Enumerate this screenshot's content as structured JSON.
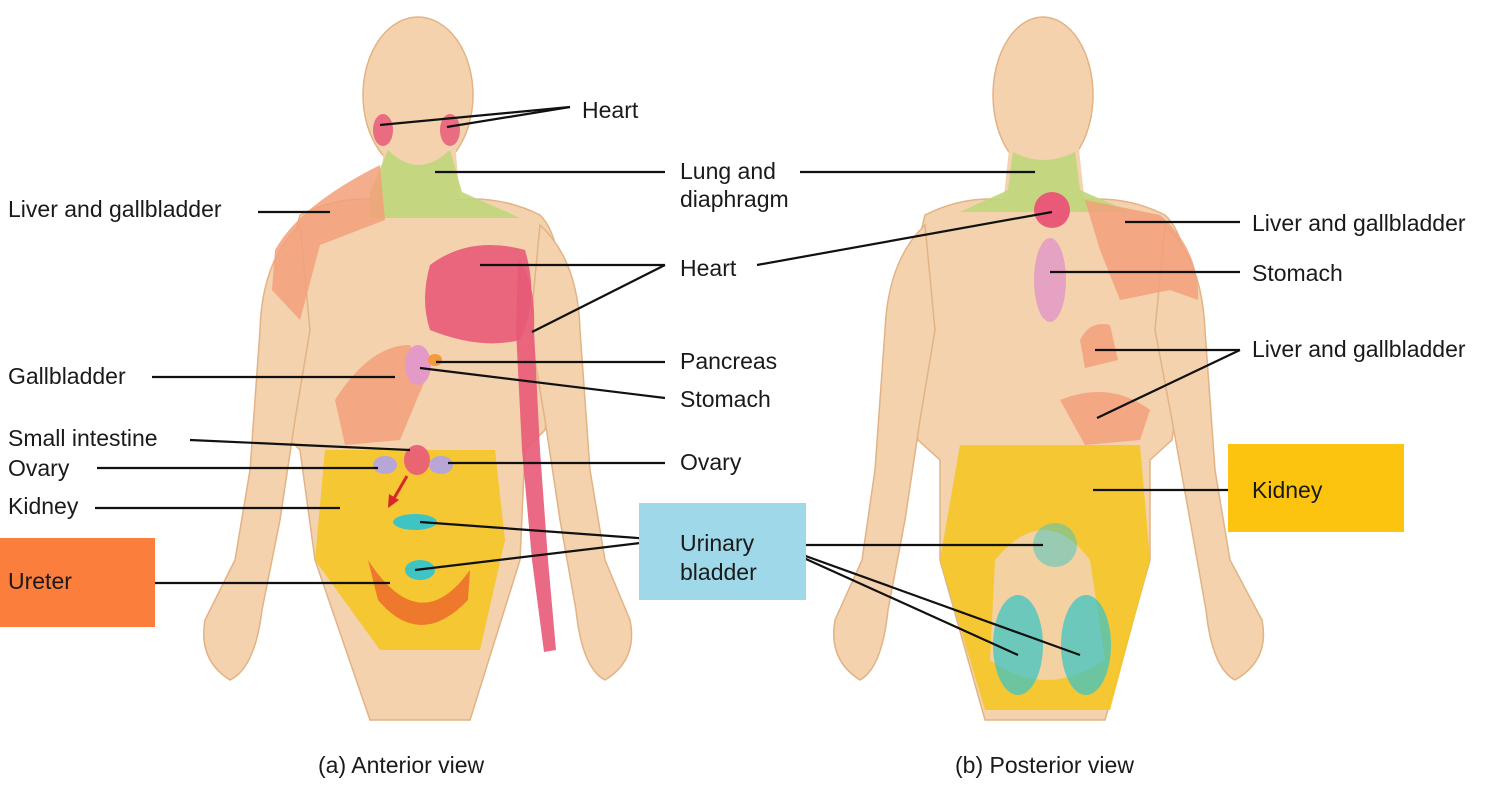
{
  "colors": {
    "skin": "#f3d2ad",
    "skin_shadow": "#e2b385",
    "heart": "#e85a78",
    "liver_gallbladder": "#f2a07a",
    "lung_diaphragm": "#bfd67a",
    "stomach": "#e39ac7",
    "pancreas": "#f59a3a",
    "kidney": "#f5c527",
    "ureter": "#ec6a2c",
    "urinary_bladder": "#3fc4c4",
    "ovary": "#b7a6d6",
    "ureter_box": "#fb7e3d",
    "bladder_box": "#9fd8e8",
    "kidney_box": "#fcc40f"
  },
  "anterior": {
    "caption": "(a) Anterior view",
    "labels": {
      "heart_top": "Heart",
      "lung_l1": "Lung and",
      "lung_l2": "diaphragm",
      "liver": "Liver and gallbladder",
      "heart_mid": "Heart",
      "gallbladder": "Gallbladder",
      "pancreas": "Pancreas",
      "stomach": "Stomach",
      "small_intestine": "Small intestine",
      "ovary_left": "Ovary",
      "ovary_right": "Ovary",
      "kidney": "Kidney",
      "ureter": "Ureter",
      "bladder_l1": "Urinary",
      "bladder_l2": "bladder"
    }
  },
  "posterior": {
    "caption": "(b) Posterior view",
    "labels": {
      "liver_top": "Liver and gallbladder",
      "stomach": "Stomach",
      "liver_mid": "Liver and gallbladder",
      "kidney": "Kidney"
    }
  }
}
